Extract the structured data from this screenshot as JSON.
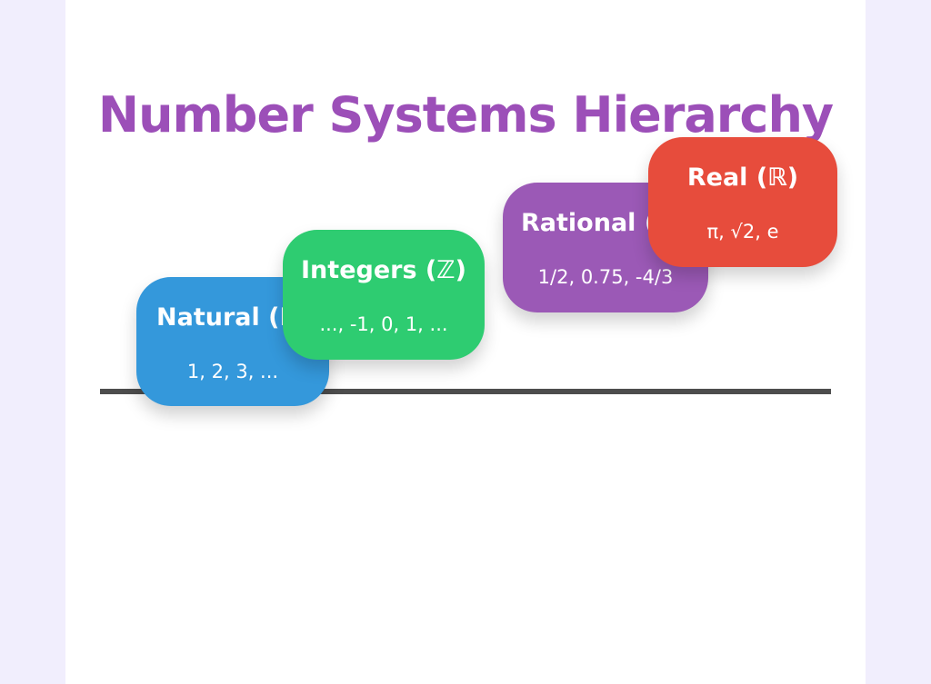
{
  "title": "Number Systems Hierarchy",
  "colors": {
    "title": "#9c4fb8",
    "natural": "#3498db",
    "integers": "#2ecc71",
    "rational": "#9b59b6",
    "real": "#e74c3c",
    "baseline": "#4d4d4d",
    "background": "#f1eefd"
  },
  "boxes": [
    {
      "key": "natural",
      "label": "Natural (ℕ)",
      "examples": "1, 2, 3, ..."
    },
    {
      "key": "integers",
      "label": "Integers (ℤ)",
      "examples": "..., -1, 0, 1, ..."
    },
    {
      "key": "rational",
      "label": "Rational (ℚ)",
      "examples": "1/2, 0.75, -4/3"
    },
    {
      "key": "real",
      "label": "Real (ℝ)",
      "examples": "π, √2, e"
    }
  ]
}
